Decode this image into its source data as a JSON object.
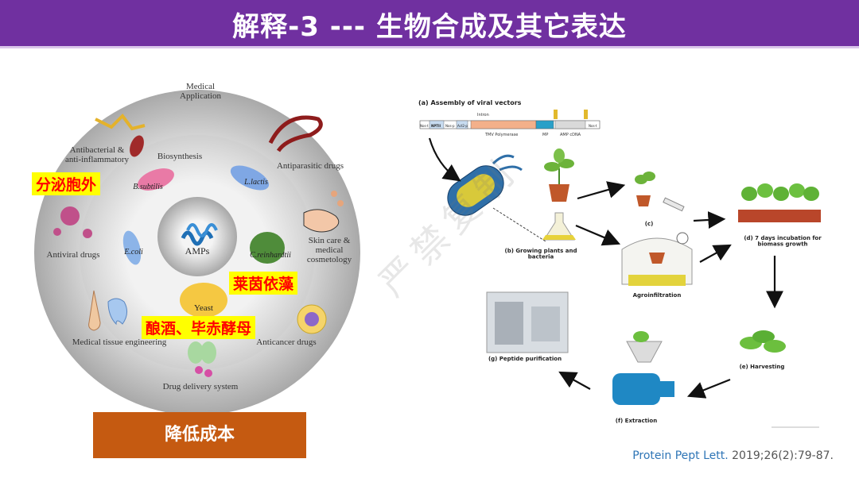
{
  "header": {
    "title": "解释-3 --- 生物合成及其它表达"
  },
  "circle": {
    "outer_labels": {
      "medical_application": "Medical\nApplication",
      "antibacterial": "Antibacterial &\nanti-inflammatory",
      "antiparasitic": "Antiparasitic drugs",
      "antiviral": "Antiviral drugs",
      "skin_care": "Skin care &\nmedical\ncosmetology",
      "medical_tissue": "Medical tissue engineering",
      "anticancer": "Anticancer drugs",
      "drug_delivery": "Drug delivery system"
    },
    "middle_labels": {
      "biosynthesis": "Biosynthesis",
      "bsubtilis": "B.subtilis",
      "llactis": "L.lactis",
      "ecoli": "E.coli",
      "creinhardtii": "C.reinhardtii",
      "yeast": "Yeast"
    },
    "center_label": "AMPs"
  },
  "annotations": {
    "secretion": "分泌胞外",
    "chlamydomonas": "莱茵依藻",
    "yeast_cn": "酿酒、毕赤酵母"
  },
  "cost_button": "降低成本",
  "workflow": {
    "a": "(a) Assembly of viral vectors",
    "b": "(b) Growing plants and\nbacteria",
    "c": "(c)",
    "d": "(d) 7 days incubation for\nbiomass growth",
    "e": "(e) Harvesting",
    "f": "(f) Extraction",
    "g": "(g) Peptide purification",
    "agro": "Agroinfiltration",
    "vector": {
      "intron": "Intron",
      "tmv": "TMV Polymerase",
      "mp": "MP",
      "amp": "AMP cDNA",
      "nos1": "Nos-t",
      "nos2": "Nos-t",
      "nptii": "NPTII",
      "nos_p": "Nos-p",
      "act2p": "Act2-p"
    }
  },
  "citation": {
    "journal": "Protein Pept Lett.",
    "ref": " 2019;26(2):79-87."
  },
  "watermark": "严禁复制",
  "colors": {
    "title_bg": "#7030a0",
    "cost_bg": "#c55a11",
    "tag_bg": "#ffff00",
    "tag_text": "#ff0000"
  }
}
